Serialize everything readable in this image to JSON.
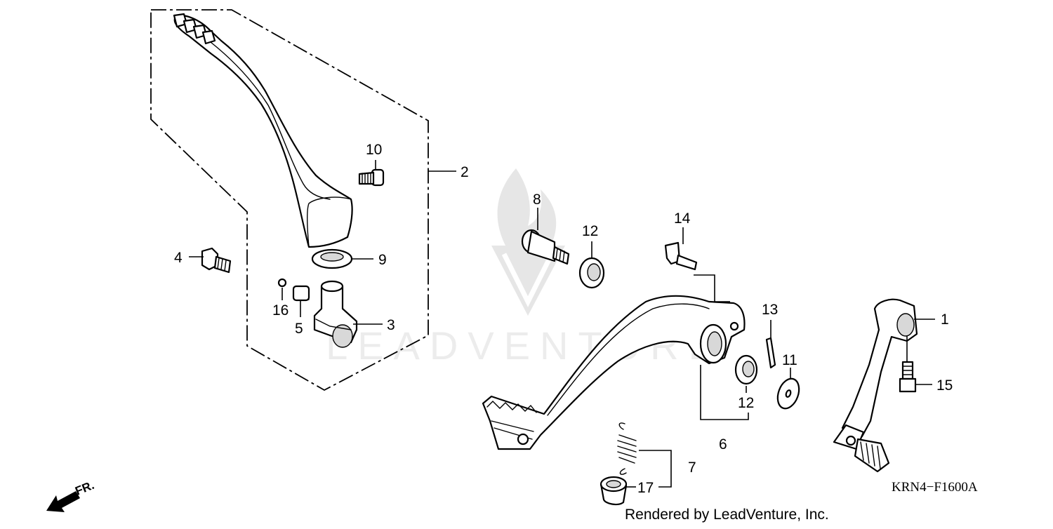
{
  "diagram": {
    "code": "KRN4−F1600A",
    "credit": "Rendered by LeadVenture, Inc.",
    "watermark": "LEADVENTURE",
    "direction_label": "FR.",
    "callouts": [
      "1",
      "2",
      "3",
      "4",
      "5",
      "6",
      "7",
      "8",
      "9",
      "10",
      "11",
      "12",
      "12",
      "13",
      "14",
      "15",
      "16",
      "17"
    ]
  },
  "colors": {
    "ink": "#000000",
    "background": "#ffffff",
    "watermark": "#e6e6e6"
  }
}
